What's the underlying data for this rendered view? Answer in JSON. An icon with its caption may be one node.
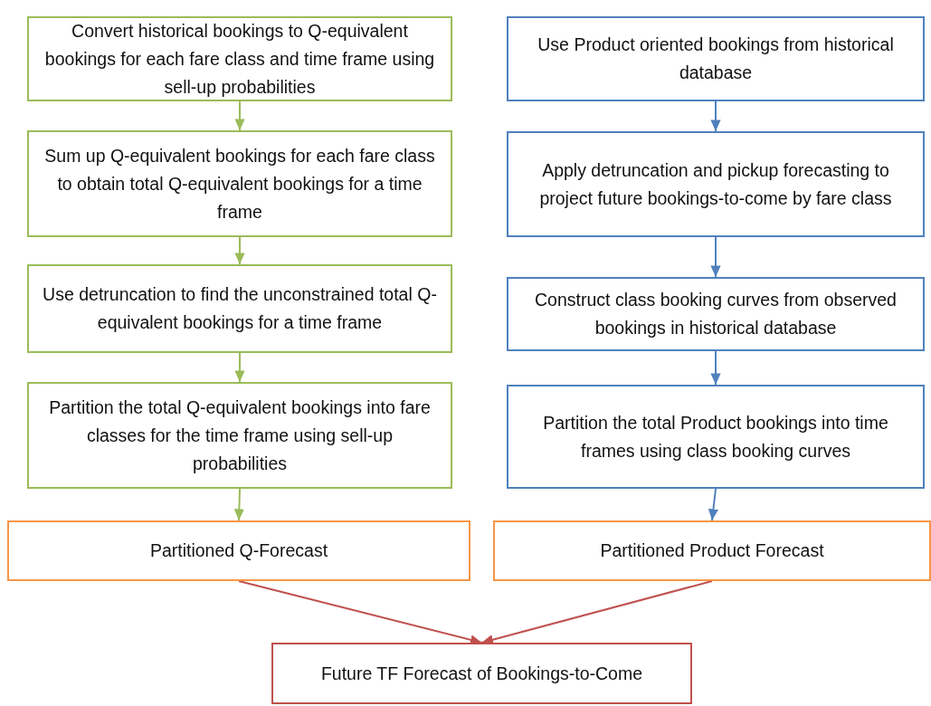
{
  "diagram": {
    "nodes": [
      {
        "text": [
          "Convert historical bookings to Q-equivalent bookings for each fare class and time frame using sell-up probabilities"
        ]
      },
      {
        "text": [
          "Sum up Q-equivalent bookings for each fare class to obtain total Q-equivalent bookings for a time frame"
        ]
      },
      {
        "text": [
          "Use detruncation to find the unconstrained total Q-equivalent bookings for a time frame"
        ]
      },
      {
        "text": [
          "Partition the total Q-equivalent bookings into fare classes for the time frame using sell-up probabilities"
        ]
      },
      {
        "text": [
          "Partitioned Q-Forecast"
        ]
      },
      {
        "text": [
          "Use Product oriented bookings from historical database"
        ]
      },
      {
        "text": [
          "Apply detruncation and pickup forecasting to project future bookings-to-come by fare class"
        ]
      },
      {
        "text": [
          "Construct class booking curves from observed bookings in historical database"
        ]
      },
      {
        "text": [
          "Partition the total Product bookings into time frames using class booking curves"
        ]
      },
      {
        "text": [
          "Partitioned Product Forecast"
        ]
      },
      {
        "text": [
          "Future TF Forecast of Bookings-to-Come"
        ]
      }
    ],
    "edges": [
      {
        "from": 0,
        "to": 1,
        "arrow": "to",
        "color": "#9bbb59"
      },
      {
        "from": 1,
        "to": 2,
        "arrow": "to",
        "color": "#9bbb59"
      },
      {
        "from": 2,
        "to": 3,
        "arrow": "to",
        "color": "#9bbb59"
      },
      {
        "from": 3,
        "to": 4,
        "arrow": "to",
        "color": "#9bbb59"
      },
      {
        "from": 5,
        "to": 6,
        "arrow": "to",
        "color": "#4f81bd"
      },
      {
        "from": 6,
        "to": 7,
        "arrow": "to",
        "color": "#4f81bd"
      },
      {
        "from": 7,
        "to": 8,
        "arrow": "to",
        "color": "#4f81bd"
      },
      {
        "from": 8,
        "to": 9,
        "arrow": "to",
        "color": "#4f81bd"
      },
      {
        "from": 4,
        "to": 10,
        "arrow": "to",
        "color": "#c0504d"
      },
      {
        "from": 9,
        "to": 10,
        "arrow": "to",
        "color": "#c0504d"
      }
    ]
  }
}
